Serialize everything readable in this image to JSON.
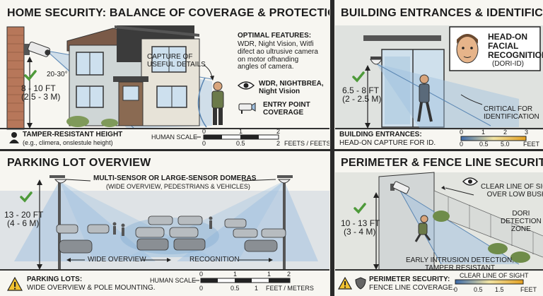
{
  "panels": {
    "home": {
      "title": "HOME SECURITY: BALANCE OF COVERAGE & PROTECTION.",
      "angle": "20-30°",
      "height_ft": "8 - 10 FT",
      "height_m": "(2.5 - 3 M)",
      "capture_label": "CAPTURE OF\nUSEFUL DETAILS",
      "optimal_heading": "OPTIMAL FEATURES:",
      "optimal_text": "WDR, Night Vision, Witfi\ndifect ao ultrusive camera\non motor ofhanding\nangles of camera.",
      "feature1": "WDR, NIGHTBREA,\nNight Vision",
      "feature2": "ENTRY POINT\nCOVERAGE",
      "tamper_title": "TAMPER-RESISTANT HEIGHT",
      "tamper_sub": "(e.g., climera, onslestule height)",
      "scale_label": "HUMAN SCALE",
      "scale_top": [
        "0",
        "1",
        "2"
      ],
      "scale_bottom": [
        "0",
        "0.5",
        "2"
      ],
      "scale_units": "FEETS / FEETS"
    },
    "entrance": {
      "title": "BUILDING ENTRANCES & IDENTIFICATION",
      "face_label": "HEAD-ON\nFACIAL\nRECOGNITION",
      "face_sub": "(DORI-ID)",
      "height_ft": "6.5 - 8 FT",
      "height_m": "(2 - 2.5 M)",
      "critical": "CRITICAL FOR\nIDENTIFICATION",
      "footer_title": "BUILDING ENTRANCES:",
      "footer_sub": "HEAD-ON CAPTURE FOR ID.",
      "scale_top": [
        "0",
        "1",
        "2",
        "3"
      ],
      "scale_bottom": [
        "0",
        "0.5",
        "5.0"
      ],
      "scale_units": "FEET"
    },
    "parking": {
      "title": "PARKING LOT OVERVIEW",
      "sensor_label": "MULTI-SENSOR OR LARGE-SENSOR DOMERAS",
      "sensor_sub": "(WIDE OVERVIEW, PEDESTRIANS & VEHICLES)",
      "height_ft": "13 - 20 FT",
      "height_m": "(4 - 6 M)",
      "wide": "WIDE OVERVIEW",
      "recognition": "RECOGNITION",
      "footer_title": "PARKING LOTS:",
      "footer_sub": "WIDE OVERVIEW & POLE MOUNTING.",
      "scale_label": "HUMAN SCALE",
      "scale_top": [
        "0",
        "1",
        "1",
        "2"
      ],
      "scale_bottom": [
        "0",
        "0.5",
        "1"
      ],
      "scale_units": "FEET / METERS"
    },
    "perimeter": {
      "title": "PERIMETER & FENCE LINE SECURITY",
      "sight": "CLEAR LINE OF SIGHT\nOVER LOW BUSHS",
      "dori": "DORI\nDETECTION\nZONE",
      "height_ft": "10 - 13 FT",
      "height_m": "(3 - 4 M)",
      "intrusion": "EARLY INTRUSION DETECTION,\nTAMPER RESISTANT",
      "footer_title": "PERIMETER SECURITY:",
      "footer_sub": "FENCE LINE COVERAGE.",
      "clear_line": "CLEAR LINE OF SIGHT",
      "scale_bottom": [
        "0",
        "0.5",
        "1.5"
      ],
      "scale_units": "FEET"
    }
  },
  "colors": {
    "check": "#4e9a3a",
    "cone": "#9fc0e0",
    "outline": "#222222",
    "warn": "#f2c230"
  }
}
